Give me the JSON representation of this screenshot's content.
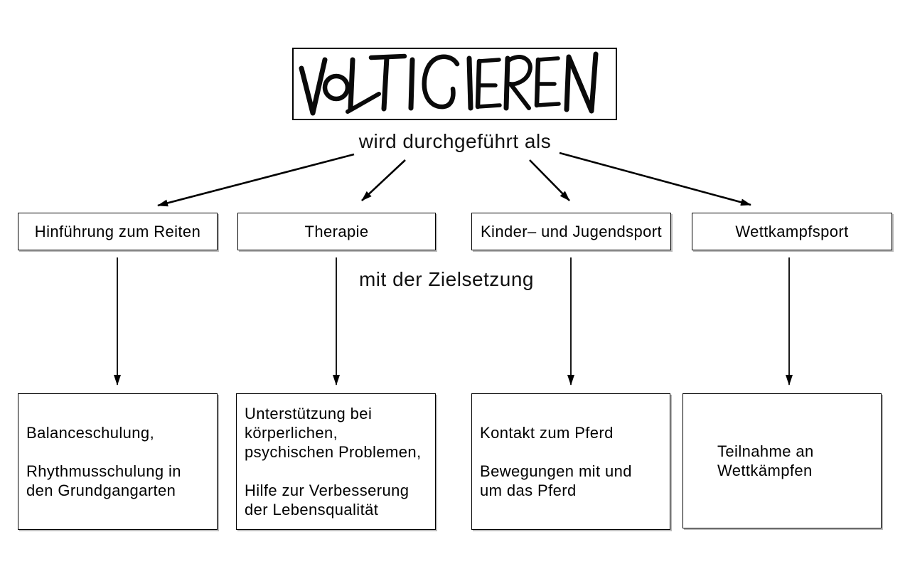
{
  "diagram": {
    "title": "VOLTIGIEREN",
    "intro_label": "wird durchgeführt als",
    "goal_label": "mit der Zielsetzung",
    "branches": [
      {
        "label": "Hinführung zum Reiten",
        "goal": "Balanceschulung,\n\nRhythmusschulung in\nden Grundgangarten"
      },
      {
        "label": "Therapie",
        "goal": "Unterstützung bei\nkörperlichen,\npsychischen Problemen,\n\nHilfe zur Verbesserung\nder Lebensqualität"
      },
      {
        "label": "Kinder– und Jugendsport",
        "goal": "Kontakt zum Pferd\n\nBewegungen mit und\num das Pferd"
      },
      {
        "label": "Wettkampfsport",
        "goal": "Teilnahme an\nWettkämpfen"
      }
    ],
    "colors": {
      "ink": "#000000",
      "background": "#ffffff",
      "box_shadow": "#bcbcbc"
    }
  }
}
